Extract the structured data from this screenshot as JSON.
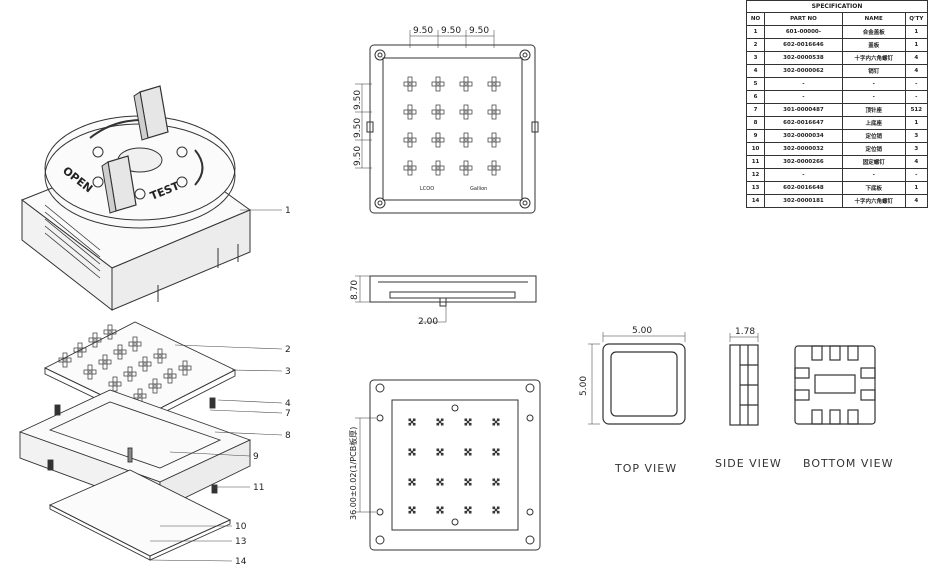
{
  "spec": {
    "title": "SPECIFICATION",
    "headers": [
      "NO",
      "PART NO",
      "NAME",
      "Q'TY"
    ],
    "rows": [
      [
        "1",
        "601-00000-",
        "合金盖板",
        "1"
      ],
      [
        "2",
        "602-0016646",
        "盖板",
        "1"
      ],
      [
        "3",
        "302-0000538",
        "十字内六角螺钉",
        "4"
      ],
      [
        "4",
        "302-0000062",
        "销钉",
        "4"
      ],
      [
        "5",
        "-",
        "-",
        "-"
      ],
      [
        "6",
        "-",
        "-",
        "-"
      ],
      [
        "7",
        "301-0000487",
        "顶针座",
        "512"
      ],
      [
        "8",
        "602-0016647",
        "上底座",
        "1"
      ],
      [
        "9",
        "302-0000034",
        "定位销",
        "3"
      ],
      [
        "10",
        "302-0000032",
        "定位销",
        "3"
      ],
      [
        "11",
        "302-0000266",
        "固定螺钉",
        "4"
      ],
      [
        "12",
        "-",
        "-",
        "-"
      ],
      [
        "13",
        "602-0016648",
        "下底板",
        "1"
      ],
      [
        "14",
        "302-0000181",
        "十字内六角螺钉",
        "4"
      ]
    ]
  },
  "socket": {
    "open_label": "OPEN",
    "test_label": "TEST"
  },
  "callouts": [
    "1",
    "2",
    "3",
    "4",
    "7",
    "8",
    "9",
    "11",
    "10",
    "13",
    "14"
  ],
  "top_plate": {
    "dims": [
      "9.50",
      "9.50",
      "9.50"
    ],
    "side_dims": [
      "9.50",
      "9.50",
      "9.50"
    ],
    "bottom_left_label": "LCOO",
    "bottom_right_label": "Gallion"
  },
  "side_section": {
    "height_dim": "8.70",
    "pin_dim": "2.00"
  },
  "bottom_plate": {
    "dim": "36.00±0.02(1/PCB板厚)"
  },
  "chip": {
    "width_dim": "5.00",
    "height_dim": "5.00",
    "side_dim": "1.78",
    "top_view": "TOP VIEW",
    "side_view": "SIDE VIEW",
    "bottom_view": "BOTTOM VIEW"
  }
}
